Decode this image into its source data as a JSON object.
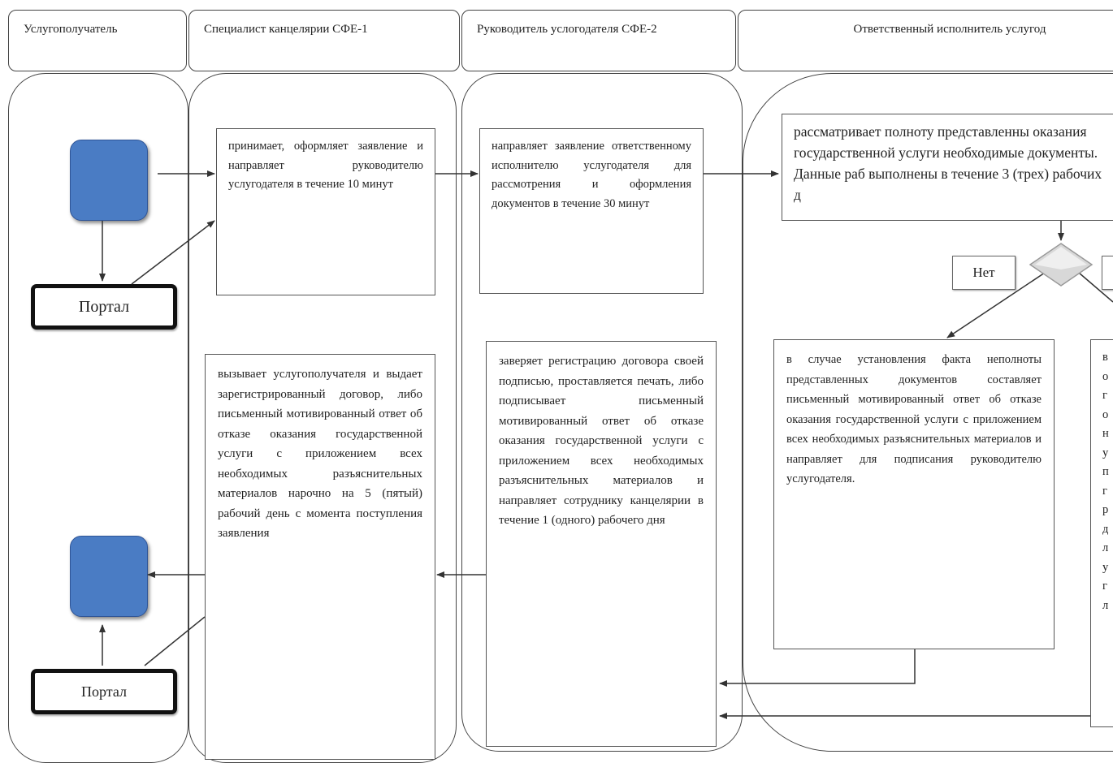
{
  "headers": [
    "Услугополучатель",
    "Специалист канцелярии СФЕ-1",
    "Руководитель услогодателя СФЕ-2",
    "Ответственный исполнитель услугод"
  ],
  "boxes": {
    "specialist_receive": "принимает, оформляет заявление и направляет руководителю услугодателя в течение 10 минут",
    "head_direct": "направляет заявление ответственному исполнителю услугодателя для рассмотрения и оформления документов в течение 30 минут",
    "executor_review": "рассматривает полноту представленны оказания государственной услуги необходимые документы. Данные раб выполнены в течение 3 (трех) рабочих д",
    "executor_refusal": "в случае установления факта неполноты представленных документов составляет письменный мотивированный ответ об отказе оказания государственной услуги с приложением всех необходимых разъяснительных материалов и направляет для подписания руководителю услугодателя.",
    "executor_right_fragment": "в о г о н у п г р д л у г л",
    "head_certify": "заверяет регистрацию договора своей подписью, проставляется печать, либо подписывает письменный мотивированный ответ об отказе оказания государственной услуги с приложением всех необходимых разъяснительных материалов и направляет сотруднику канцелярии в течение 1 (одного) рабочего дня",
    "specialist_issue": "вызывает услугополучателя и выдает зарегистрированный договор, либо письменный мотивированный ответ об отказе оказания государственной услуги с приложением всех необходимых разъяснительных материалов нарочно на 5 (пятый) рабочий день с момента поступления заявления"
  },
  "portal_top": "Портал",
  "portal_bottom": "Портал",
  "decision_no": "Нет",
  "colors": {
    "start_block": "#4a7cc4",
    "line": "#333333"
  }
}
